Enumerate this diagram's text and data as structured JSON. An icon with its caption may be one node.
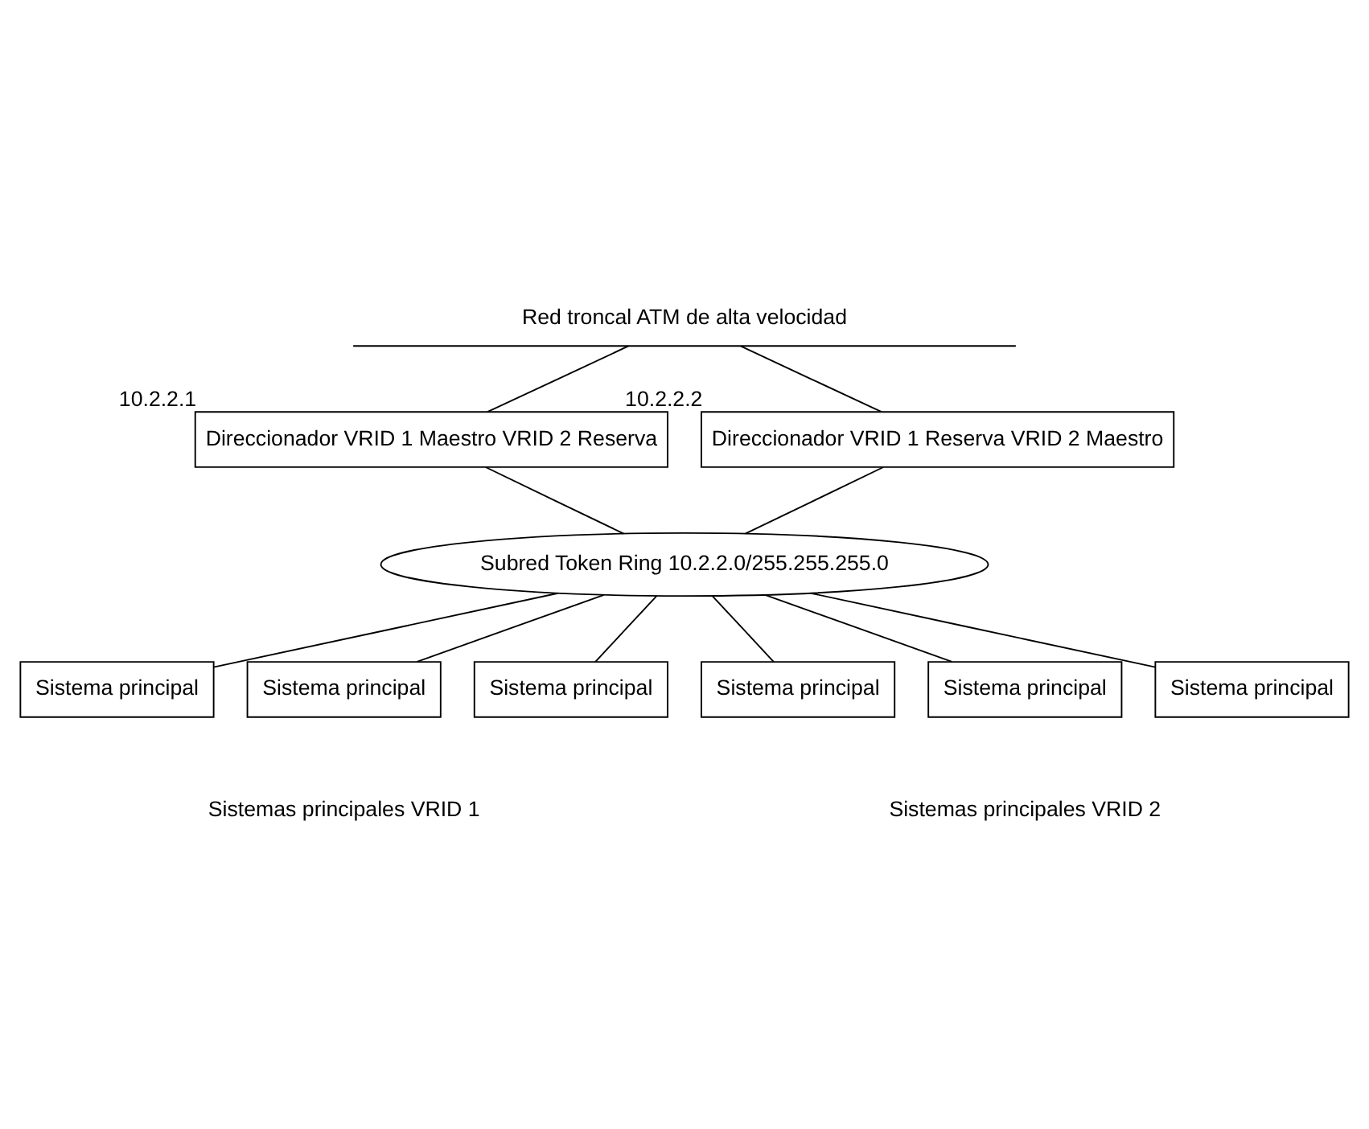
{
  "diagram": {
    "nodes": [
      {
        "text": [
          "Red troncal ATM de alta velocidad"
        ]
      },
      {
        "text": [
          "Direccionador VRID 1 Maestro VRID 2 Reserva"
        ],
        "beside": [
          "10.2.2.1"
        ]
      },
      {
        "text": [
          "Direccionador VRID 1 Reserva VRID 2 Maestro"
        ],
        "beside": [
          "10.2.2.2"
        ]
      },
      {
        "text": [
          "Subred Token Ring 10.2.2.0/255.255.255.0"
        ]
      },
      {
        "text": [
          "Sistema principal"
        ]
      },
      {
        "text": [
          "Sistema principal"
        ]
      },
      {
        "text": [
          "Sistema principal"
        ]
      },
      {
        "text": [
          "Sistema principal"
        ]
      },
      {
        "text": [
          "Sistema principal"
        ]
      },
      {
        "text": [
          "Sistema principal"
        ]
      }
    ],
    "edges": [
      {
        "from": 0,
        "to": 1,
        "arrow": "none"
      },
      {
        "from": 0,
        "to": 2,
        "arrow": "none"
      },
      {
        "from": 1,
        "to": 3,
        "arrow": "none"
      },
      {
        "from": 2,
        "to": 3,
        "arrow": "none"
      },
      {
        "from": 3,
        "to": 4,
        "arrow": "none"
      },
      {
        "from": 3,
        "to": 5,
        "arrow": "none"
      },
      {
        "from": 3,
        "to": 6,
        "arrow": "none"
      },
      {
        "from": 3,
        "to": 7,
        "arrow": "none"
      },
      {
        "from": 3,
        "to": 8,
        "arrow": "none"
      },
      {
        "from": 3,
        "to": 9,
        "arrow": "none"
      }
    ],
    "labels": [
      "Sistemas principales VRID 1",
      "Sistemas principales VRID 2"
    ]
  }
}
